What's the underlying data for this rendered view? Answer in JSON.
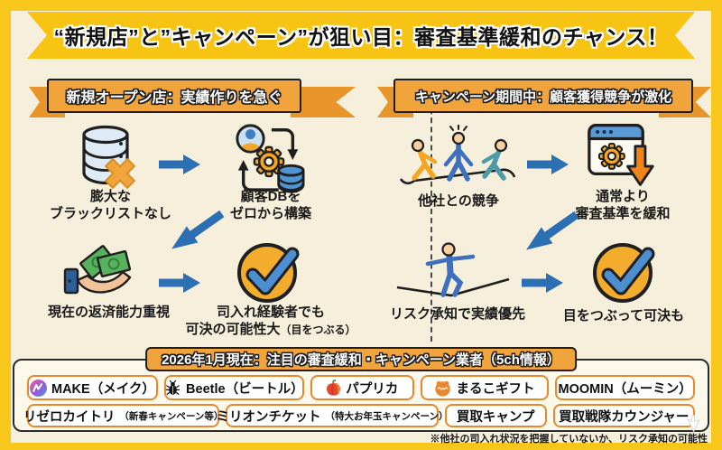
{
  "title": "“新規店”と”キャンペーン”が狙い目：審査基準緩和のチャンス！",
  "colors": {
    "border_yellow": "#F8C71C",
    "background_cream": "#F5EFDC",
    "ribbon_orange": "#F2A43C",
    "arrow_blue": "#2D6FB3",
    "chip_border_orange": "#E8872B"
  },
  "left_column": {
    "header": "新規オープン店：実績作りを急ぐ",
    "steps": [
      {
        "icon": "blacklist-database-icon",
        "caption_lines": [
          "膨大な",
          "ブラックリストなし"
        ]
      },
      {
        "icon": "customer-db-rebuild-icon",
        "caption_lines": [
          "顧客DBを",
          "ゼロから構築"
        ]
      },
      {
        "icon": "hand-money-icon",
        "caption_lines": [
          "現在の返済能力重視"
        ]
      },
      {
        "icon": "check-circle-icon",
        "caption_lines": [
          "司入れ経験者でも",
          "可決の可能性大"
        ],
        "note": "（目をつぶる）"
      }
    ]
  },
  "right_column": {
    "header": "キャンペーン期間中：顧客獲得競争が激化",
    "steps": [
      {
        "icon": "tug-of-war-icon",
        "caption_lines": [
          "他社との競争"
        ]
      },
      {
        "icon": "criteria-relaxed-icon",
        "caption_lines": [
          "通常より",
          "審査基準を緩和"
        ]
      },
      {
        "icon": "tightrope-walker-icon",
        "caption_lines": [
          "リスク承知で実績優先"
        ]
      },
      {
        "icon": "check-circle-icon",
        "caption_lines": [
          "目をつぶって可決も"
        ]
      }
    ]
  },
  "bottom_panel": {
    "title": "2026年1月現在：注目の審査緩和・キャンペーン業者（5ch情報）",
    "vendors_row1": [
      {
        "label": "MAKE（メイク）",
        "icon": "make-logo-icon"
      },
      {
        "label": "Beetle（ビートル）",
        "icon": "beetle-icon"
      },
      {
        "label": "パプリカ",
        "icon": "paprika-icon"
      },
      {
        "label": "まるこギフト",
        "icon": "maruko-mascot-icon"
      },
      {
        "label": "MOOMIN（ムーミン）"
      }
    ],
    "vendors_row2": [
      {
        "label": "リゼロカイトリ",
        "note": "（新春キャンペーン等）"
      },
      {
        "label": "ミリオンチケット",
        "note": "（特大お年玉キャンペーン）"
      },
      {
        "label": "買取キャンプ"
      },
      {
        "label": "買取戦隊カウンジャー"
      }
    ],
    "footnote": "※他社の司入れ状況を把握していないか、リスク承知の可能性"
  }
}
